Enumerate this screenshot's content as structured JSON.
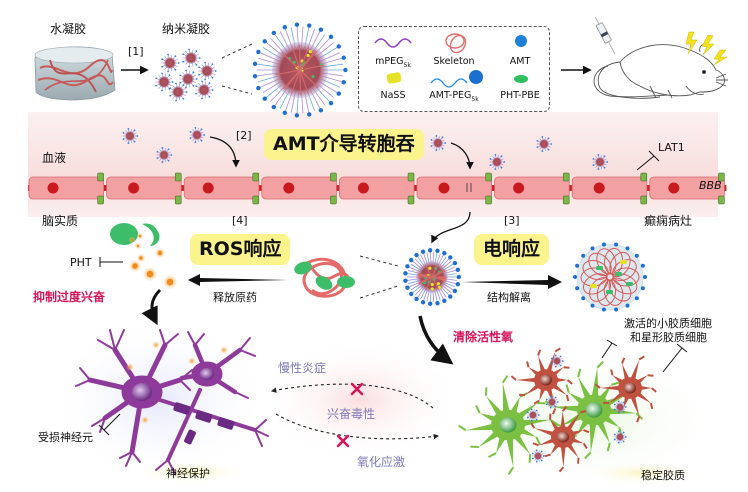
{
  "top_row": {
    "hydrogel_label": "水凝胶",
    "nanogel_label": "纳米凝胶",
    "step1_label": "[1]"
  },
  "legend": {
    "items": [
      {
        "name": "mPEG",
        "sub": "5k",
        "icon": "wavy-line-purple"
      },
      {
        "name": "Skeleton",
        "sub": "",
        "icon": "tangled-loop-red"
      },
      {
        "name": "AMT",
        "sub": "",
        "icon": "spiky-ball-blue"
      },
      {
        "name": "NaSS",
        "sub": "",
        "icon": "yellow-pill"
      },
      {
        "name": "AMT-PEG",
        "sub": "5k",
        "icon": "wavy-line-blue-with-ball"
      },
      {
        "name": "PHT-PBE",
        "sub": "",
        "icon": "green-pill"
      }
    ]
  },
  "bbb_section": {
    "blood_label": "血液",
    "brain_label": "脑实质",
    "step2_label": "[2]",
    "transcytosis_tag": "AMT介导转胞吞",
    "lat1_label": "LAT1",
    "bbb_label": "BBB",
    "epileptic_focus_label": "癫痫病灶",
    "cell_count": 9
  },
  "response": {
    "step3_label": "[3]",
    "step4_label": "[4]",
    "ros_tag": "ROS响应",
    "electro_tag": "电响应",
    "release_label": "释放原药",
    "dissociation_label": "结构解离",
    "pht_label": "PHT",
    "inhibit_label": "抑制过度兴奋",
    "scavenge_label": "清除活性氧"
  },
  "bottom": {
    "damaged_neuron_label": "受损神经元",
    "neuroprotection_label": "神经保护",
    "activated_glia_label_1": "激活的小胶质细胞",
    "activated_glia_label_2": "和星形胶质细胞",
    "stable_glia_label": "稳定胶质",
    "chronic_inflammation_label": "慢性炎症",
    "excitotoxicity_label": "兴奋毒性",
    "oxidative_stress_label": "氧化应激"
  },
  "colors": {
    "highlight_tag": "#fbf38c",
    "emphasis_red": "#d6145a",
    "cell_fill": "#f3a0a3",
    "nucleus": "#c81a1e",
    "transporter": "#7ab648",
    "neuron": "#8e3a9a",
    "astrocyte": "#7cc043",
    "microglia": "#c0503f",
    "cycle_text": "#7d7ab8"
  }
}
